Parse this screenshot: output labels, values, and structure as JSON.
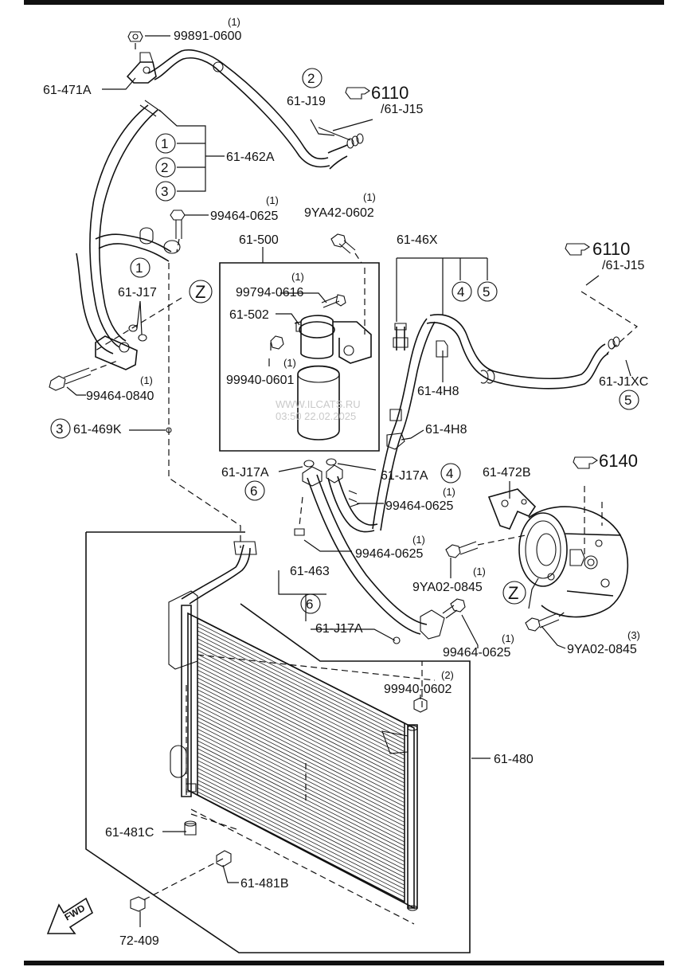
{
  "watermark": {
    "site": "WWW.ILCATS.RU",
    "stamp": "03:50 22.02.2025"
  },
  "fwd_label": "FWD",
  "callouts": [
    {
      "id": "99891-0600",
      "qty": "(1)"
    },
    {
      "id": "61-471A",
      "qty": ""
    },
    {
      "id": "61-J19",
      "qty": "",
      "circle": "2"
    },
    {
      "id": "6110",
      "qty": "",
      "ref": "/61-J15"
    },
    {
      "id": "61-462A",
      "qty": "",
      "circles": [
        "1",
        "2",
        "3"
      ]
    },
    {
      "id": "99464-0625",
      "qty": "(1)"
    },
    {
      "id": "9YA42-0602",
      "qty": "(1)"
    },
    {
      "id": "61-500",
      "qty": ""
    },
    {
      "id": "61-46X",
      "qty": "",
      "circles": [
        "4",
        "5"
      ]
    },
    {
      "id": "6110",
      "qty": "",
      "ref": "/61-J15"
    },
    {
      "id": "61-J17",
      "qty": "",
      "circle": "1"
    },
    {
      "id": "Z",
      "qty": ""
    },
    {
      "id": "99794-0616",
      "qty": "(1)"
    },
    {
      "id": "61-502",
      "qty": ""
    },
    {
      "id": "99940-0601",
      "qty": "(1)"
    },
    {
      "id": "61-4H8",
      "qty": ""
    },
    {
      "id": "61-J1XC",
      "qty": "",
      "circle": "5"
    },
    {
      "id": "99464-0840",
      "qty": "(1)"
    },
    {
      "id": "61-469K",
      "qty": "",
      "circle": "3"
    },
    {
      "id": "61-4H8",
      "qty": ""
    },
    {
      "id": "6140",
      "qty": ""
    },
    {
      "id": "61-J17A",
      "qty": "",
      "circle": "6"
    },
    {
      "id": "61-J17A",
      "qty": "",
      "circle": "4"
    },
    {
      "id": "61-472B",
      "qty": ""
    },
    {
      "id": "99464-0625",
      "qty": "(1)"
    },
    {
      "id": "99464-0625",
      "qty": "(1)"
    },
    {
      "id": "61-463",
      "qty": "",
      "circle": "6"
    },
    {
      "id": "9YA02-0845",
      "qty": "(1)"
    },
    {
      "id": "Z",
      "qty": ""
    },
    {
      "id": "61-J17A",
      "qty": ""
    },
    {
      "id": "99464-0625",
      "qty": "(1)"
    },
    {
      "id": "9YA02-0845",
      "qty": "(3)"
    },
    {
      "id": "99940-0602",
      "qty": "(2)"
    },
    {
      "id": "61-480",
      "qty": ""
    },
    {
      "id": "61-481C",
      "qty": ""
    },
    {
      "id": "61-481B",
      "qty": ""
    },
    {
      "id": "72-409",
      "qty": ""
    }
  ]
}
